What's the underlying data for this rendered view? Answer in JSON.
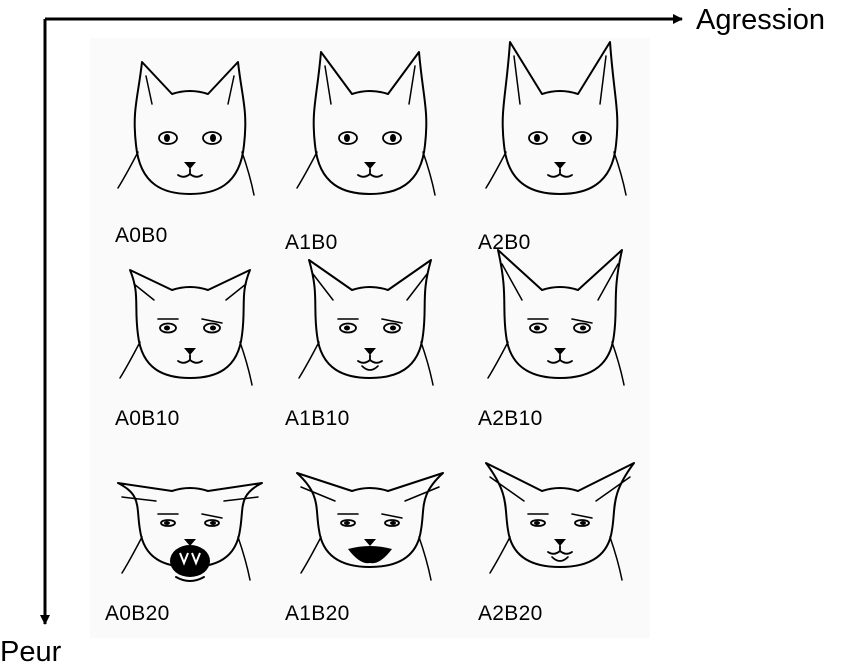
{
  "axes": {
    "x_label": "Agression",
    "y_label": "Peur"
  },
  "grid": {
    "rows": 3,
    "cols": 3,
    "cells": [
      {
        "label": "A0B0",
        "aggression": 0,
        "fear": 0,
        "mouth": "closed"
      },
      {
        "label": "A1B0",
        "aggression": 1,
        "fear": 0,
        "mouth": "closed"
      },
      {
        "label": "A2B0",
        "aggression": 2,
        "fear": 0,
        "mouth": "closed"
      },
      {
        "label": "A0B10",
        "aggression": 0,
        "fear": 10,
        "mouth": "closed"
      },
      {
        "label": "A1B10",
        "aggression": 1,
        "fear": 10,
        "mouth": "slightly-open"
      },
      {
        "label": "A2B10",
        "aggression": 2,
        "fear": 10,
        "mouth": "closed"
      },
      {
        "label": "A0B20",
        "aggression": 0,
        "fear": 20,
        "mouth": "hissing"
      },
      {
        "label": "A1B20",
        "aggression": 1,
        "fear": 20,
        "mouth": "open-dark"
      },
      {
        "label": "A2B20",
        "aggression": 2,
        "fear": 20,
        "mouth": "slightly-open"
      }
    ]
  },
  "colors": {
    "ink": "#000000",
    "panel": "#fafafa",
    "background": "#ffffff"
  }
}
